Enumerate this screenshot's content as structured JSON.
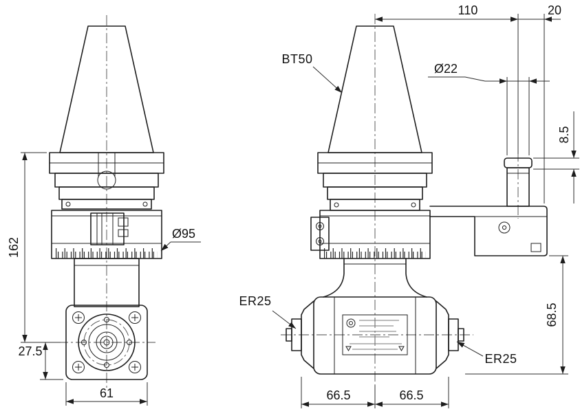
{
  "drawing": {
    "labels": {
      "taper": "BT50",
      "collet_left": "ER25",
      "collet_right": "ER25"
    },
    "dimensions": {
      "body_diameter": "Ø95",
      "pin_diameter": "Ø22",
      "overall_height": "162",
      "face_offset": "27.5",
      "face_width": "61",
      "arm_center_distance": "110",
      "arm_end_offset": "20",
      "pin_protrusion": "8.5",
      "spindle_drop": "68.5",
      "span_left": "66.5",
      "span_right": "66.5"
    }
  }
}
